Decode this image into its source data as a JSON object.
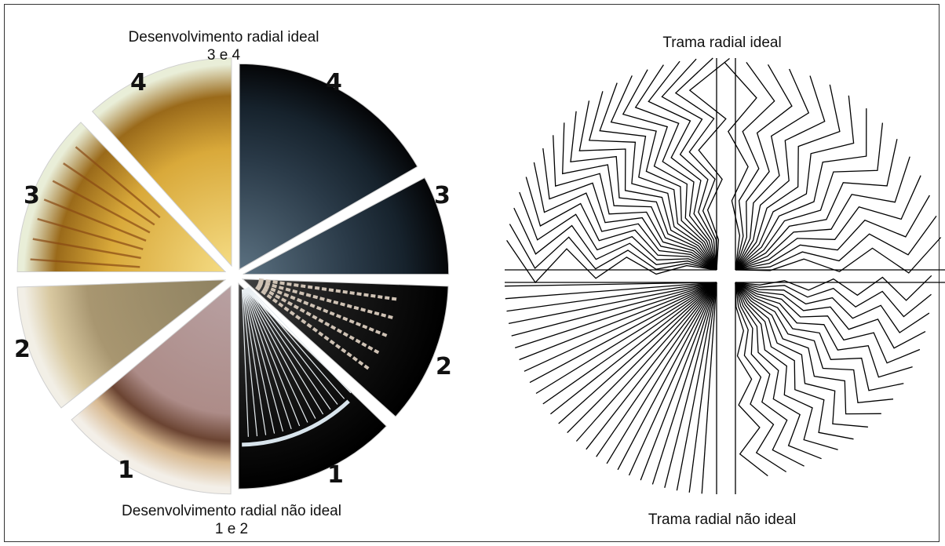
{
  "left_panel": {
    "caption_top_line1": "Desenvolvimento radial ideal",
    "caption_top_line2": "3 e 4",
    "caption_bottom_line1": "Desenvolvimento radial não ideal",
    "caption_bottom_line2": "1 e 2",
    "labels_left": [
      "4",
      "3",
      "2",
      "1"
    ],
    "labels_right": [
      "4",
      "3",
      "2",
      "1"
    ]
  },
  "right_panel": {
    "caption_top": "Trama radial ideal",
    "caption_bottom": "Trama radial não ideal"
  }
}
